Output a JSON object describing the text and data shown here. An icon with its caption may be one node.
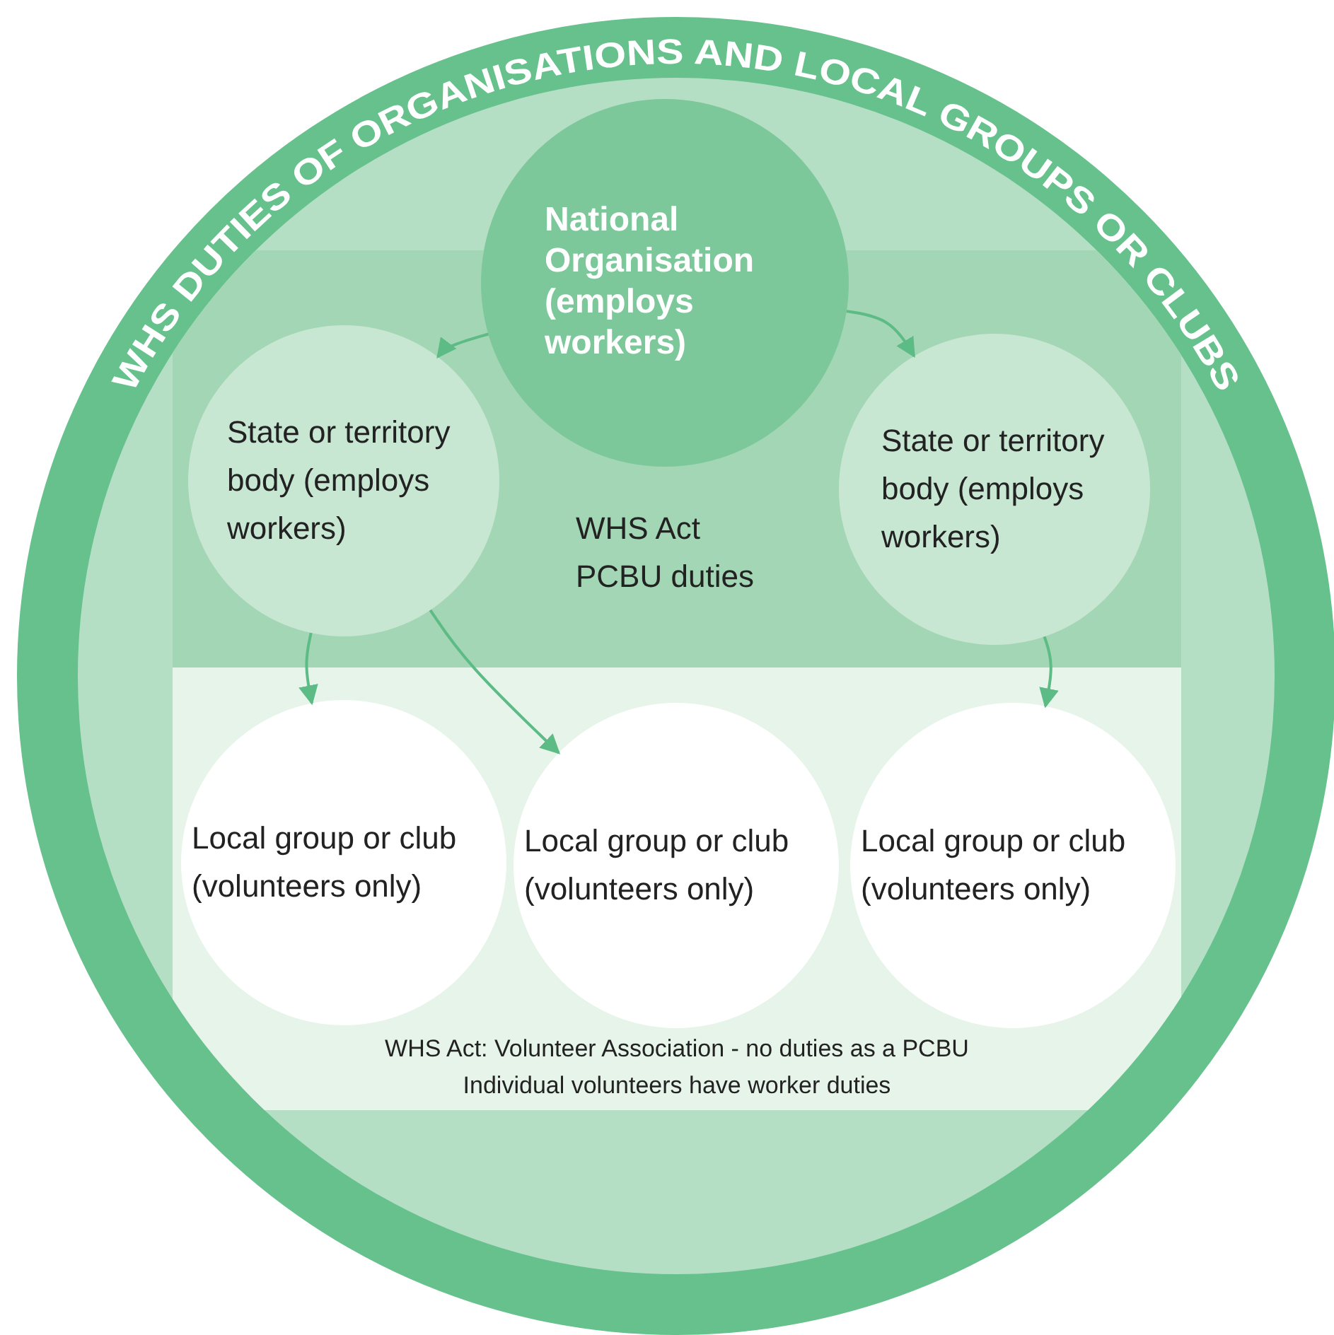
{
  "diagram": {
    "title": "WHS DUTIES OF ORGANISATIONS AND LOCAL GROUPS OR CLUBS",
    "nodes": [
      {
        "text": [
          "WHS Act PCBU duties"
        ]
      },
      {
        "text": [
          "National Organisation (employs workers)"
        ]
      },
      {
        "text": [
          "State or territory body (employs workers)"
        ],
        "in": 0
      },
      {
        "text": [
          "State or territory body (employs workers)"
        ],
        "in": 0
      },
      {
        "text": [
          "WHS Act: Volunteer Association - no duties as a PCBU",
          "Individual volunteers have worker duties"
        ]
      },
      {
        "text": [
          "Local group or club (volunteers only)"
        ],
        "in": 4
      },
      {
        "text": [
          "Local group or club (volunteers only)"
        ],
        "in": 4
      },
      {
        "text": [
          "Local group or club (volunteers only)"
        ],
        "in": 4
      }
    ],
    "edges": [
      {
        "from": 1,
        "to": 2,
        "arrow": "to"
      },
      {
        "from": 1,
        "to": 3,
        "arrow": "to"
      },
      {
        "from": 2,
        "to": 5,
        "arrow": "to"
      },
      {
        "from": 2,
        "to": 6,
        "arrow": "to"
      },
      {
        "from": 3,
        "to": 7,
        "arrow": "to"
      }
    ]
  }
}
